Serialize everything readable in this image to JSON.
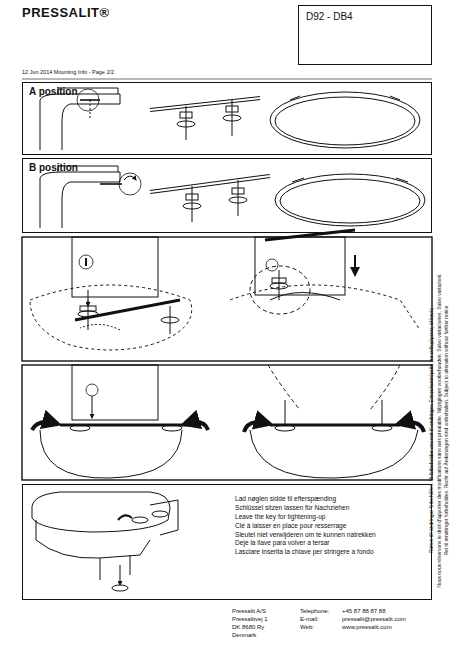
{
  "diagram": {
    "nodes": [
      {
        "text": [
          "D92 - DB4"
        ]
      },
      {
        "text": [
          "A position"
        ]
      },
      {
        "text": [
          "B position"
        ]
      },
      {
        "text": [
          "Lad nøglen sidde til efterspænding",
          "Schlüssel sitzen lassen für Nachziehen",
          "Leave the key for tightening-up",
          "Clé à laisser en place pour resserrage",
          "Sleutel niet verwijderen om te kunnen natrekken",
          "Deje la llave para volver a tersar",
          "Lasciare inserita la chiave per stringere a fondo"
        ]
      }
    ],
    "labels": [
      "PRESSALIT®",
      "12 Jun 2014 Mounting Info - Page 2/2",
      "Ret til ændringer forbeholdes. Recht auf Änderungen sind vorbehalten. Subject to alteration without further notice",
      "Nous nous réservons le droit d'apporter des modifications sans avis préalable. Wijzigingen voorbehouden. Salvo variaciones. Salvo variazioni.",
      "Rätten till ändringar förbehålles. Vi forbeholder oss rett til endringer. Επιφυλασσόμεθα για ενδεχόμενες αλλαγές",
      "Pressalit A/S",
      "Pressalitvej 1",
      "DK 8680 Ry",
      "Denmark",
      "Telephone:",
      "E-mail:",
      "Web:",
      "+45 87 88 87 88",
      "pressalit@pressalit.com",
      "www.pressalit.com"
    ]
  }
}
